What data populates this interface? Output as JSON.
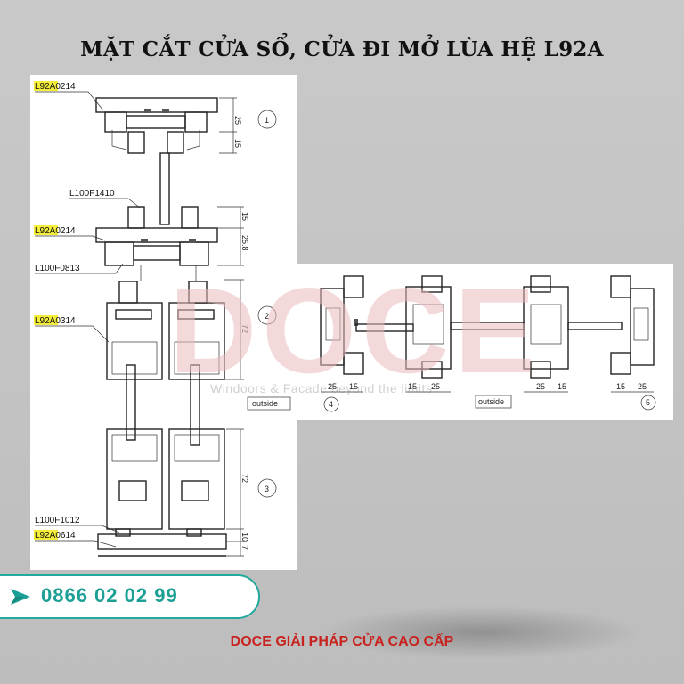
{
  "title": "MẶT CẮT CỬA SỔ, CỬA ĐI MỞ LÙA HỆ L92A",
  "left_panel": {
    "labels": [
      {
        "prefix": "L92A",
        "code": "0214"
      },
      {
        "prefix": "",
        "code": "L100F1410"
      },
      {
        "prefix": "L92A",
        "code": "0214"
      },
      {
        "prefix": "",
        "code": "L100F0813"
      },
      {
        "prefix": "L92A",
        "code": "0314"
      },
      {
        "prefix": "",
        "code": "L100F1012"
      },
      {
        "prefix": "L92A",
        "code": "0614"
      }
    ],
    "dimensions": [
      "25",
      "15",
      "15",
      "25.8",
      "72",
      "72",
      "10",
      "7"
    ],
    "section_numbers": [
      "1",
      "2",
      "3"
    ],
    "outside_label": "outside"
  },
  "right_panel": {
    "dimensions": [
      "25",
      "15",
      "15",
      "25",
      "25",
      "15",
      "15",
      "25"
    ],
    "section_numbers": [
      "4",
      "5"
    ],
    "outside_label": "outside"
  },
  "watermark": {
    "brand": "DOCE",
    "slogan": "Windoors & Facade beyond the limits"
  },
  "contact": {
    "phone": "0866 02 02 99"
  },
  "tagline": "DOCE GIẢI PHÁP CỬA CAO CẤP",
  "colors": {
    "accent": "#1c9f94",
    "tagline": "#c8231f",
    "highlight": "#f4ee3a",
    "watermark": "#e9b9b9"
  },
  "icons": {
    "phone": "send-arrow-icon"
  }
}
